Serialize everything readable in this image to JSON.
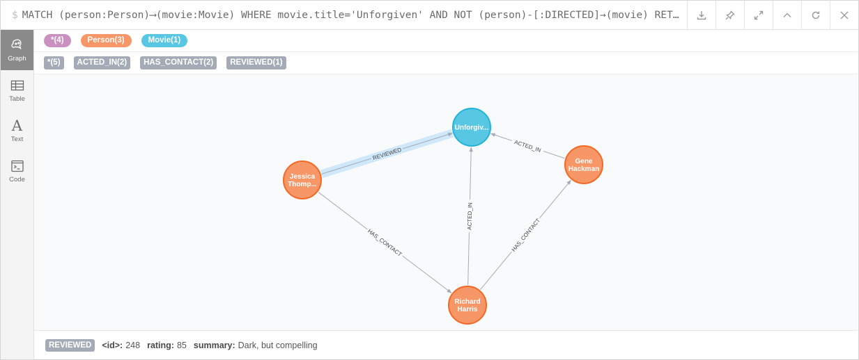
{
  "header": {
    "prompt": "$",
    "query": "MATCH (person:Person)⟶(movie:Movie) WHERE movie.title='Unforgiven' AND NOT (person)-[:DIRECTED]→(movie) RETURN person, movie",
    "buttons": [
      "download-icon",
      "pin-icon",
      "expand-icon",
      "collapse-icon",
      "rerun-icon",
      "close-icon"
    ]
  },
  "sidebar": {
    "items": [
      {
        "label": "Graph",
        "icon": "graph-icon",
        "active": true
      },
      {
        "label": "Table",
        "icon": "table-icon",
        "active": false
      },
      {
        "label": "Text",
        "icon": "text-icon",
        "active": false,
        "glyph": "A"
      },
      {
        "label": "Code",
        "icon": "code-icon",
        "active": false
      }
    ]
  },
  "labels": [
    {
      "text": "*(4)",
      "color": "#c990c0"
    },
    {
      "text": "Person(3)",
      "color": "#f79767"
    },
    {
      "text": "Movie(1)",
      "color": "#57c7e3"
    }
  ],
  "relationships": [
    "*(5)",
    "ACTED_IN(2)",
    "HAS_CONTACT(2)",
    "REVIEWED(1)"
  ],
  "colors": {
    "person": "#f79767",
    "person_stroke": "#f36924",
    "movie": "#57c7e3",
    "movie_stroke": "#23b3d7",
    "highlight": "#cfe8fa",
    "rel": "#a5abb6"
  },
  "graph": {
    "nodes": [
      {
        "id": "unforgiven",
        "lines": [
          "Unforgiv..."
        ],
        "type": "movie"
      },
      {
        "id": "jessica",
        "lines": [
          "Jessica",
          "Thomp..."
        ],
        "type": "person"
      },
      {
        "id": "gene",
        "lines": [
          "Gene",
          "Hackman"
        ],
        "type": "person"
      },
      {
        "id": "richard",
        "lines": [
          "Richard",
          "Harris"
        ],
        "type": "person"
      }
    ],
    "edges": [
      {
        "from": "jessica",
        "to": "unforgiven",
        "label": "REVIEWED",
        "selected": true
      },
      {
        "from": "gene",
        "to": "unforgiven",
        "label": "ACTED_IN"
      },
      {
        "from": "richard",
        "to": "unforgiven",
        "label": "ACTED_IN"
      },
      {
        "from": "jessica",
        "to": "richard",
        "label": "HAS_CONTACT"
      },
      {
        "from": "richard",
        "to": "gene",
        "label": "HAS_CONTACT"
      }
    ]
  },
  "footer": {
    "type": "REVIEWED",
    "id_key": "<id>:",
    "id_value": "248",
    "rating_key": "rating:",
    "rating_value": "85",
    "summary_key": "summary:",
    "summary_value": "Dark, but compelling"
  }
}
